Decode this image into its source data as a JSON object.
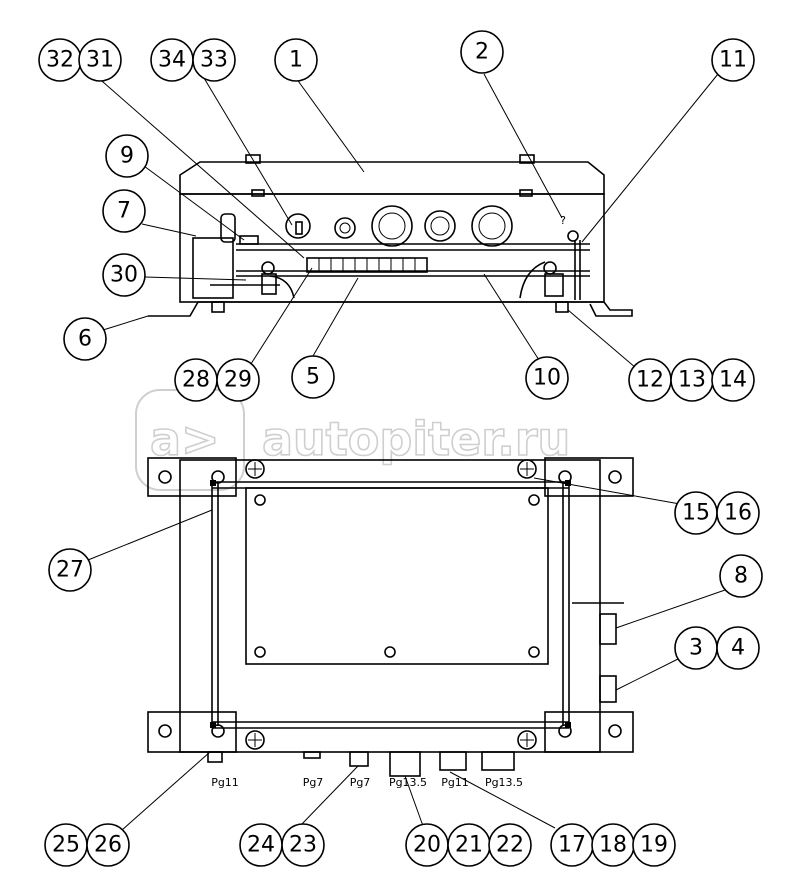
{
  "watermark": {
    "logo_text": "a>",
    "site_text": "autopiter.ru"
  },
  "callouts": [
    "1",
    "2",
    "3",
    "4",
    "5",
    "6",
    "7",
    "8",
    "9",
    "10",
    "11",
    "12",
    "13",
    "14",
    "15",
    "16",
    "17",
    "18",
    "19",
    "20",
    "21",
    "22",
    "23",
    "24",
    "25",
    "26",
    "27",
    "28",
    "29",
    "30",
    "31",
    "32",
    "33",
    "34"
  ],
  "gland_labels": [
    "Pg11",
    "Pg7",
    "Pg7",
    "Pg13.5",
    "Pg11",
    "Pg13.5"
  ]
}
